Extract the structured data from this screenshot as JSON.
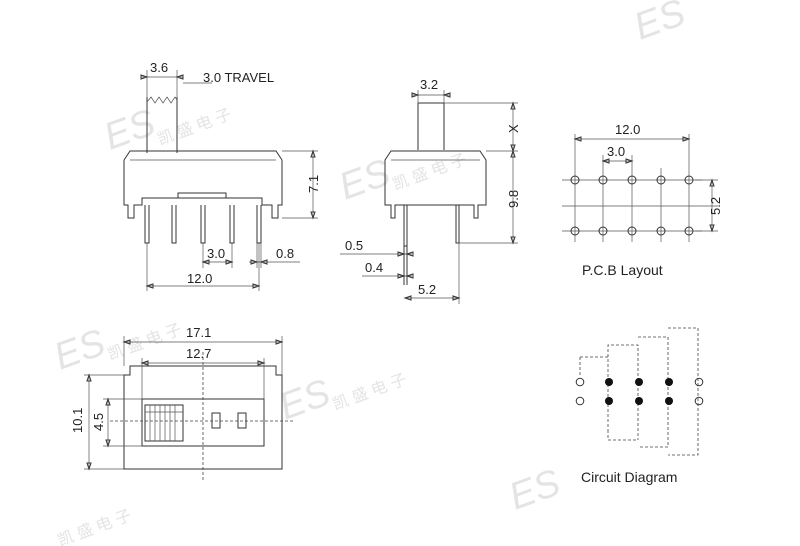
{
  "colors": {
    "line": "#333333",
    "text": "#222222",
    "watermark": "#e4e4e4",
    "background": "#ffffff"
  },
  "watermark": {
    "logo": "ES",
    "chinese": "凯 盛 电 子"
  },
  "side_view": {
    "dim_actuator": "3.6",
    "dim_travel": "3.0 TRAVEL",
    "dim_height": "7.1",
    "dim_pin_pitch": "3.0",
    "dim_pin_width": "0.8",
    "dim_pin_span": "12.0"
  },
  "end_view": {
    "dim_actuator": "3.2",
    "dim_x": "X",
    "dim_height": "9.8",
    "dim_tab_thickness": "0.5",
    "dim_pin_thickness": "0.4",
    "dim_body_width": "5.2"
  },
  "pcb_layout": {
    "dim_span": "12.0",
    "dim_pitch": "3.0",
    "dim_row_spacing": "5.2",
    "label": "P.C.B Layout"
  },
  "top_view": {
    "dim_overall_length": "17.1",
    "dim_slot_length": "12.7",
    "dim_width": "10.1",
    "dim_slot_width": "4.5"
  },
  "circuit": {
    "label": "Circuit Diagram"
  }
}
